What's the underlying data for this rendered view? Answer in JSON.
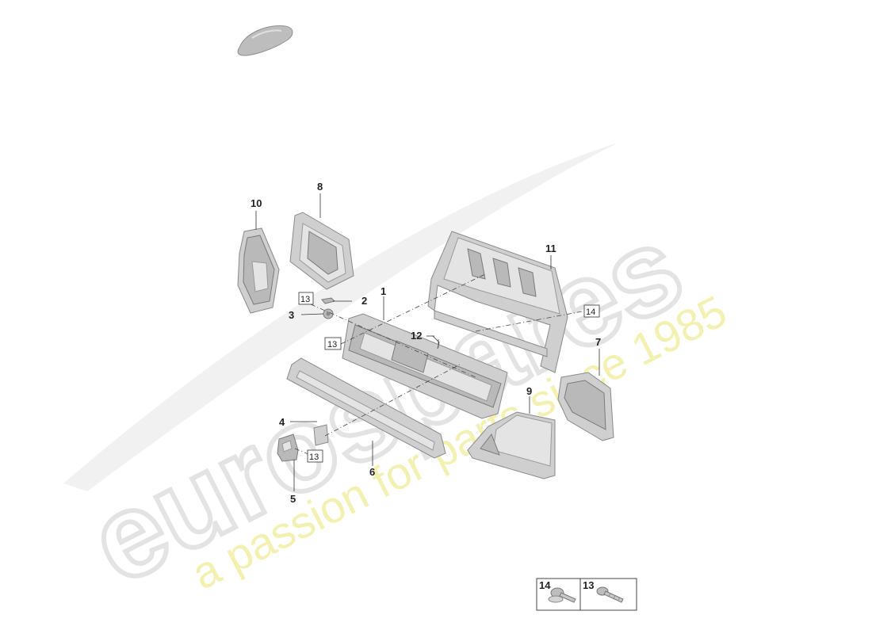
{
  "watermark": {
    "brand": "eurospares",
    "tagline": "a passion for parts since 1985"
  },
  "callouts": {
    "p1": "1",
    "p2": "2",
    "p3": "3",
    "p4": "4",
    "p5": "5",
    "p6": "6",
    "p7": "7",
    "p8": "8",
    "p9": "9",
    "p10": "10",
    "p11": "11",
    "p12": "12"
  },
  "boxed_refs": {
    "r13a": "13",
    "r13b": "13",
    "r13c": "13",
    "r14": "14"
  },
  "legend": {
    "item14": "14",
    "item13": "13"
  },
  "colors": {
    "watermark_gray": "#e6e6e6",
    "watermark_yellow": "#f3f0b0",
    "part_fill": "#cfcfcf"
  }
}
